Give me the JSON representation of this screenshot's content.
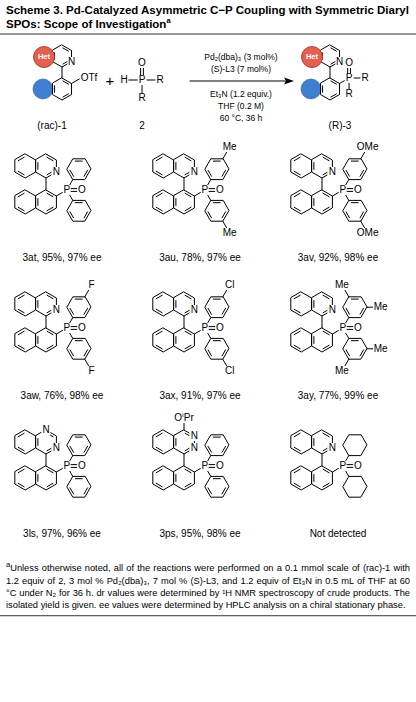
{
  "diagram": {
    "title": "Scheme 3. Pd-Catalyzed Asymmetric C−P Coupling with Symmetric Diaryl SPOs: Scope of Investigation",
    "caption": "Unless otherwise noted, all of the reactions were performed on a 0.1 mmol scale of (rac)-1 with 1.2 equiv of 2, 3 mol % Pd₂(dba)₃, 7 mol % (S)-L3, and 1.2 equiv of Et₃N in 0.5 mL of THF at 60 °C under N₂ for 36 h. dr values were determined by ¹H NMR spectroscopy of crude products. The isolated yield is given. ee values were determined by HPLC analysis on a chiral stationary phase.",
    "nodes": [
      {
        "text": [
          "Het"
        ]
      },
      {
        "text": [
          "Het"
        ]
      }
    ],
    "labels": [
      "a",
      "N",
      "OTf",
      "(rac)-1",
      "+",
      "H",
      "P",
      "O",
      "R",
      "R",
      "2",
      "Pd₂(dba)₃ (3 mol%)",
      "(S)-L3 (7 mol%)",
      "Et₃N (1.2 equiv.)",
      "THF (0.2 M)",
      "60 °C, 36 h",
      "N",
      "P",
      "O",
      "R",
      "R",
      "(R)-3",
      "N",
      "P",
      "O",
      "3at, 95%, 97% ee",
      "N",
      "P",
      "O",
      "Me",
      "Me",
      "3au, 78%, 97% ee",
      "N",
      "P",
      "O",
      "OMe",
      "OMe",
      "3av, 92%, 98% ee",
      "N",
      "P",
      "O",
      "F",
      "F",
      "3aw, 76%, 98% ee",
      "N",
      "P",
      "O",
      "Cl",
      "Cl",
      "3ax, 91%, 97% ee",
      "N",
      "P",
      "O",
      "Me",
      "Me",
      "Me",
      "Me",
      "3ay, 77%, 99% ee",
      "N",
      "N",
      "P",
      "O",
      "3ls, 97%, 96% ee",
      "N",
      "N",
      "OⁱPr",
      "P",
      "O",
      "3ps, 95%, 98% ee",
      "N",
      "P",
      "O",
      "Not detected",
      "a"
    ]
  }
}
